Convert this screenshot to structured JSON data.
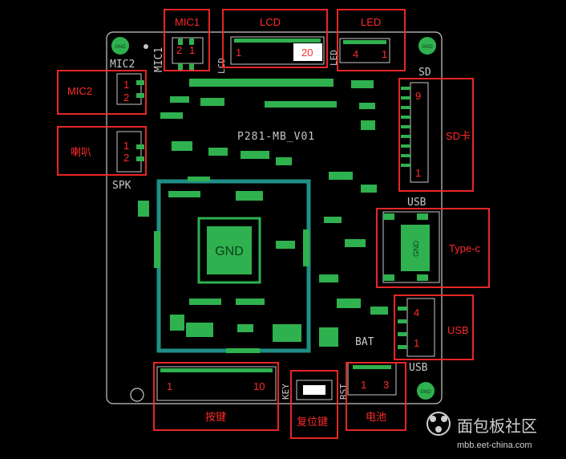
{
  "board": {
    "name": "P281-MB_V01",
    "chip_label": "GND",
    "usb_shield_label": "GND",
    "mount_label": "GND"
  },
  "silkscreen": {
    "mic2": "MIC2",
    "mic1": "MIC1",
    "lcd": "LCD",
    "led": "LED",
    "sd": "SD",
    "spk": "SPK",
    "usb_top": "USB",
    "usb_bottom": "USB",
    "bat": "BAT",
    "key": "KEY",
    "rst": "RST"
  },
  "callouts": {
    "mic1": {
      "title": "MIC1",
      "pin_a": "2",
      "pin_b": "1"
    },
    "lcd": {
      "title": "LCD",
      "pin_a": "1",
      "pin_b": "20"
    },
    "led": {
      "title": "LED",
      "pin_a": "4",
      "pin_b": "1"
    },
    "mic2": {
      "title": "MIC2",
      "pin_a": "1",
      "pin_b": "2"
    },
    "speaker": {
      "title": "喇叭",
      "pin_a": "1",
      "pin_b": "2"
    },
    "sd_card": {
      "title": "SD卡",
      "pin_a": "9",
      "pin_b": "1"
    },
    "type_c": {
      "title": "Type-c"
    },
    "usb": {
      "title": "USB",
      "pin_a": "4",
      "pin_b": "1"
    },
    "keys": {
      "title": "按键",
      "pin_a": "1",
      "pin_b": "10"
    },
    "reset": {
      "title": "复位键"
    },
    "battery": {
      "title": "电池",
      "pin_a": "1",
      "pin_b": "3"
    }
  },
  "watermark": {
    "name": "面包板社区",
    "url": "mbb.eet-china.com"
  },
  "colors": {
    "background": "#000000",
    "pad": "#2fb14f",
    "callout": "#ff2a2a",
    "silkscreen": "#c8c8c8",
    "shield": "#1f8f86"
  }
}
